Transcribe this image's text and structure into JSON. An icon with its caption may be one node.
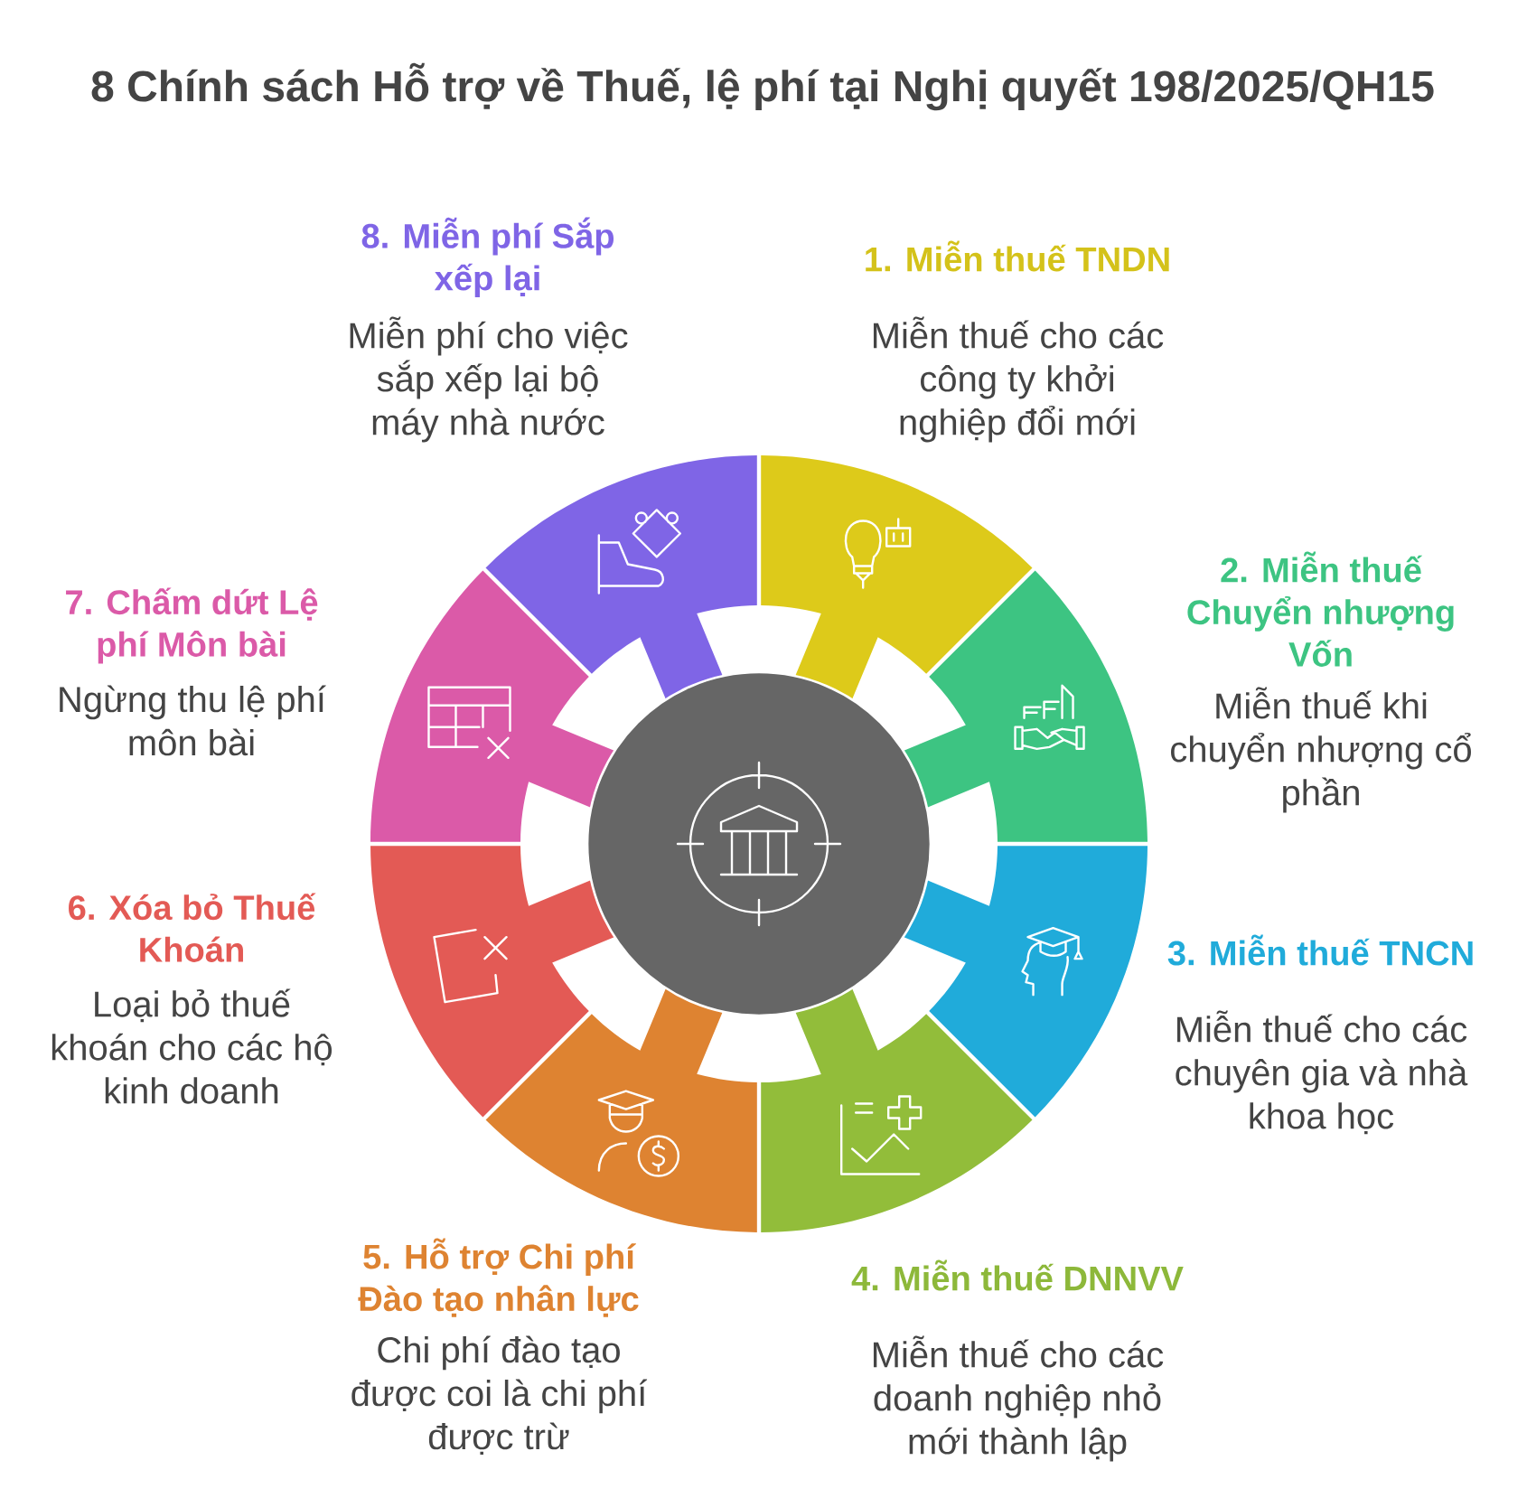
{
  "diagram": {
    "title": "8 Chính sách Hỗ trợ về Thuế, lệ phí tại Nghị quyết 198/2025/QH15",
    "nodes": [
      {
        "text": [
          "1. Miễn thuế TNDN",
          "Miễn thuế cho các công ty khởi nghiệp đổi mới"
        ]
      },
      {
        "text": [
          "2. Miễn thuế Chuyển nhượng Vốn",
          "Miễn thuế khi chuyển nhượng cổ phần"
        ]
      },
      {
        "text": [
          "3. Miễn thuế TNCN",
          "Miễn thuế cho các chuyên gia và nhà khoa học"
        ]
      },
      {
        "text": [
          "4. Miễn thuế DNNVV",
          "Miễn thuế cho các doanh nghiệp nhỏ mới thành lập"
        ]
      },
      {
        "text": [
          "5. Hỗ trợ Chi phí Đào tạo nhân lực",
          "Chi phí đào tạo được coi là chi phí được trừ"
        ]
      },
      {
        "text": [
          "6. Xóa bỏ Thuế Khoán",
          "Loại bỏ thuế khoán cho các hộ kinh doanh"
        ]
      },
      {
        "text": [
          "7. Chấm dứt Lệ phí Môn bài",
          "Ngừng thu lệ phí môn bài"
        ]
      },
      {
        "text": [
          "8. Miễn phí Sắp xếp lại",
          "Miễn phí cho việc sắp xếp lại bộ máy nhà nước"
        ]
      },
      {
        "text": [],
        "shape": "circle"
      }
    ]
  }
}
